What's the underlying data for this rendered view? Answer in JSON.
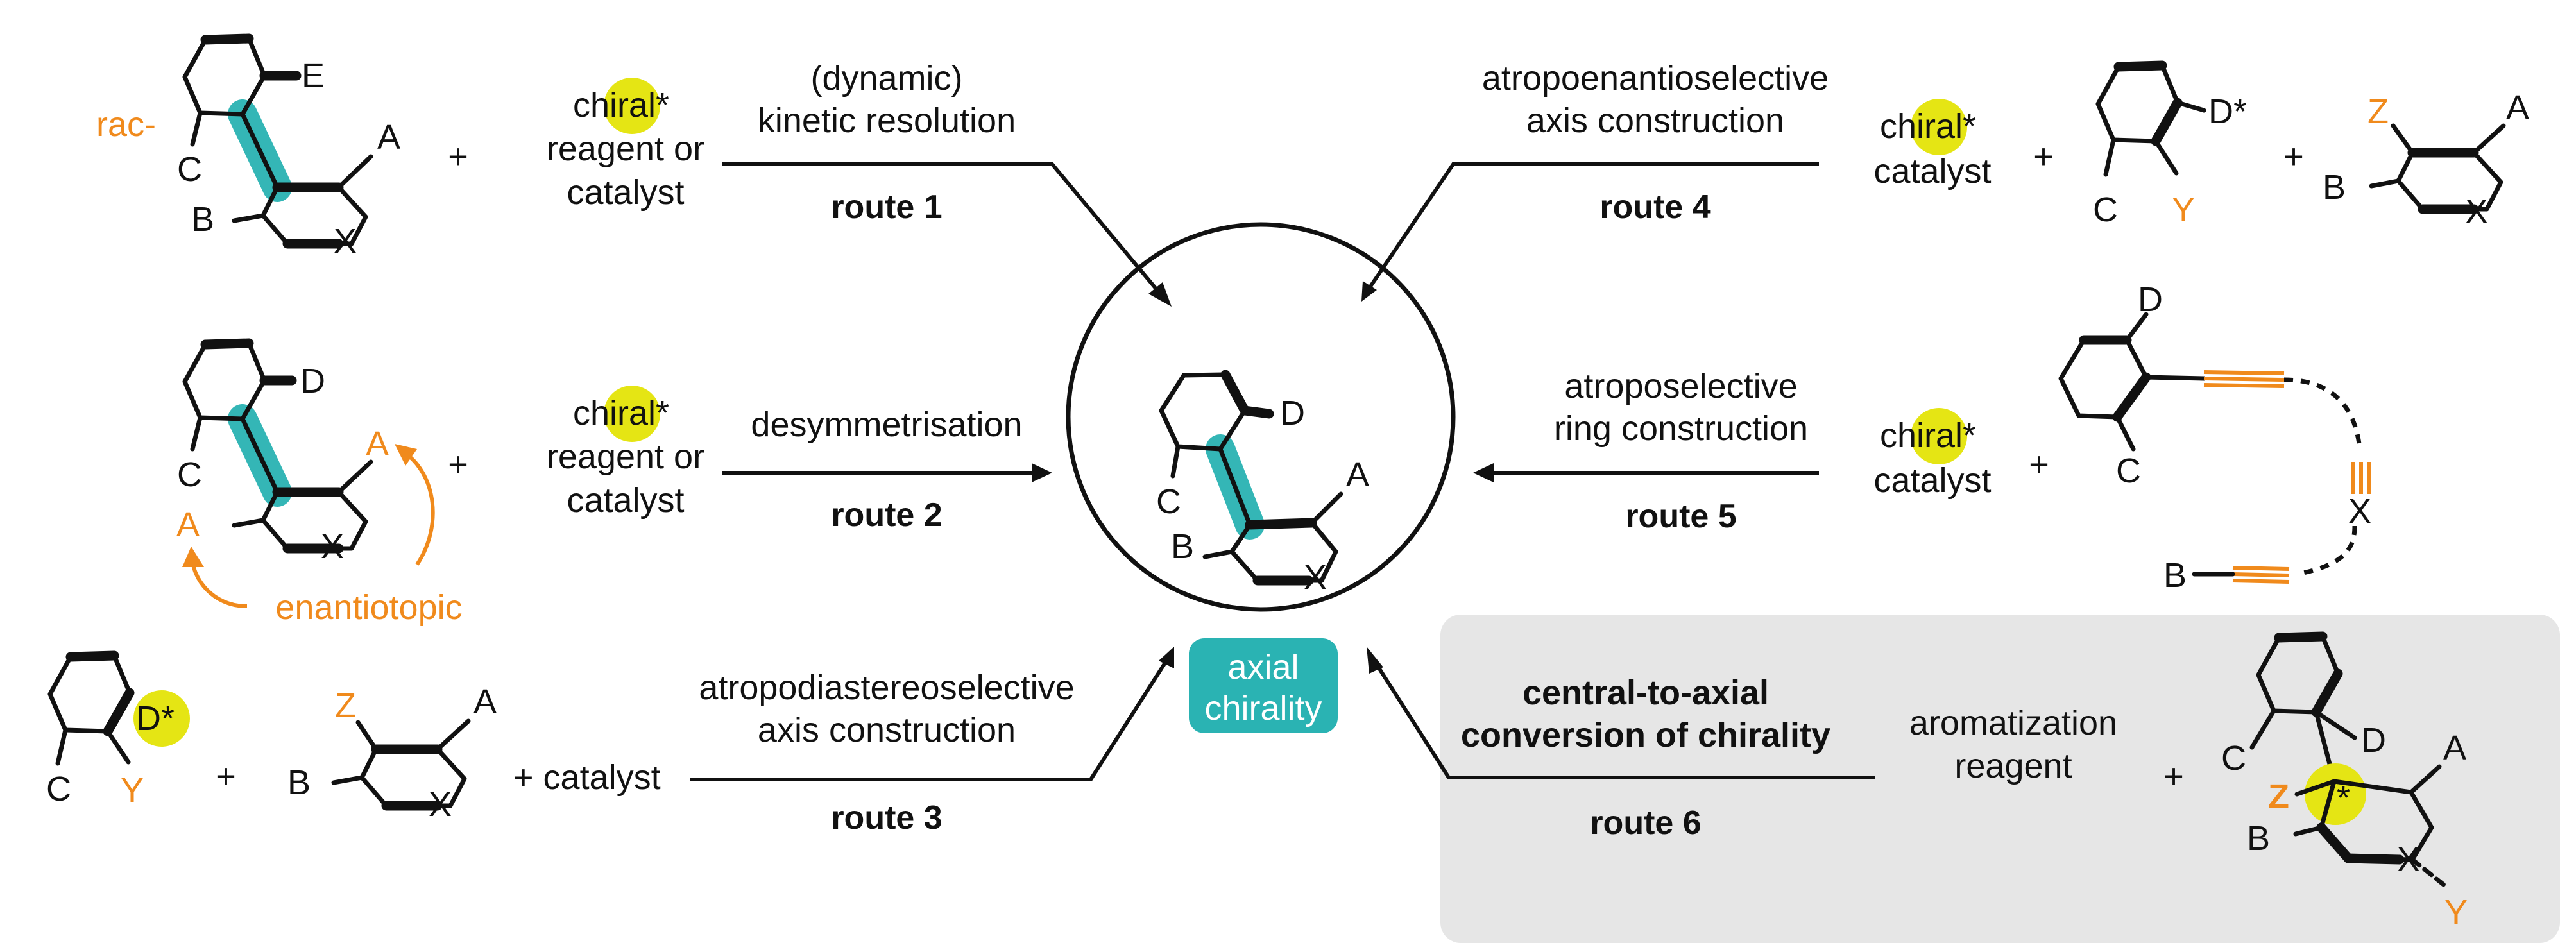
{
  "colors": {
    "teal": "#2ab3b3",
    "orange": "#f08a1c",
    "yellow": "#e5e514",
    "panel": "#e6e6e6"
  },
  "center": {
    "substituents": {
      "a": "A",
      "b": "B",
      "c": "C",
      "d": "D",
      "x": "X"
    },
    "badge": {
      "line1": "axial",
      "line2": "chirality"
    }
  },
  "route1": {
    "prefix": "rac-",
    "substituents": {
      "a": "A",
      "b": "B",
      "c": "C",
      "e": "E",
      "x": "X"
    },
    "plus": "+",
    "reagent": {
      "l1_pre": "chir",
      "l1_hi": "al*",
      "l2": "reagent or",
      "l3": "catalyst"
    },
    "caption": {
      "l1": "(dynamic)",
      "l2": "kinetic resolution"
    },
    "route_label": "route 1"
  },
  "route2": {
    "substituents": {
      "a1": "A",
      "a2": "A",
      "c": "C",
      "d": "D",
      "x": "X"
    },
    "enantiotopic": "enantiotopic",
    "plus": "+",
    "reagent": {
      "l1_pre": "chir",
      "l1_hi": "al*",
      "l2": "reagent or",
      "l3": "catalyst"
    },
    "caption": {
      "l1": "desymmetrisation"
    },
    "route_label": "route 2"
  },
  "route3": {
    "aryl": {
      "d": "D*",
      "c": "C",
      "y": "Y"
    },
    "plus": "+",
    "partner": {
      "z": "Z",
      "a": "A",
      "b": "B",
      "x": "X"
    },
    "catalyst": "+ catalyst",
    "caption": {
      "l1": "atropodiastereoselective",
      "l2": "axis construction"
    },
    "route_label": "route 3"
  },
  "route4": {
    "caption": {
      "l1": "atropoenantioselective",
      "l2": "axis construction"
    },
    "route_label": "route 4",
    "reagent": {
      "l1_pre": "chir",
      "l1_hi": "al*",
      "l2": "catalyst"
    },
    "plus1": "+",
    "plus2": "+",
    "aryl": {
      "d": "D*",
      "c": "C",
      "y": "Y"
    },
    "partner": {
      "z": "Z",
      "a": "A",
      "b": "B",
      "x": "X"
    }
  },
  "route5": {
    "caption": {
      "l1": "atroposelective",
      "l2": "ring construction"
    },
    "route_label": "route 5",
    "reagent": {
      "l1_pre": "chir",
      "l1_hi": "al*",
      "l2": "catalyst"
    },
    "plus": "+",
    "substrate": {
      "d": "D",
      "c": "C",
      "x": "X",
      "b": "B"
    }
  },
  "route6": {
    "caption": {
      "l1": "central-to-axial",
      "l2": "conversion of chirality"
    },
    "route_label": "route 6",
    "reagent": {
      "l1": "aromatization",
      "l2": "reagent"
    },
    "plus": "+",
    "substrate": {
      "c": "C",
      "d": "D",
      "a": "A",
      "z": "Z",
      "star": "*",
      "b": "B",
      "x": "X",
      "y": "Y"
    }
  }
}
